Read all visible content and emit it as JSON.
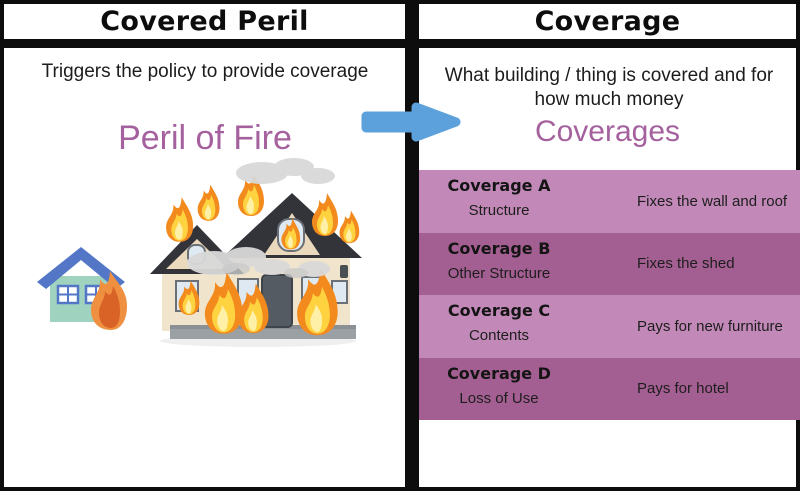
{
  "panel_left": {
    "header": "Covered Peril",
    "description": "Triggers the policy to provide coverage",
    "highlight": "Peril of Fire"
  },
  "panel_right": {
    "header": "Coverage",
    "description": "What building / thing is covered and for how much money",
    "highlight": "Coverages",
    "coverage_rows": [
      {
        "title": "Coverage A",
        "subtitle": "Structure",
        "description": "Fixes the wall and roof"
      },
      {
        "title": "Coverage B",
        "subtitle": "Other Structure",
        "description": "Fixes the shed"
      },
      {
        "title": "Coverage C",
        "subtitle": "Contents",
        "description": "Pays for new furniture"
      },
      {
        "title": "Coverage D",
        "subtitle": "Loss of Use",
        "description": "Pays for hotel"
      }
    ]
  },
  "icons": {
    "arrow": "arrow-right-icon",
    "small_house": "house-on-fire-icon",
    "large_house": "burning-house-illustration"
  },
  "colors": {
    "accent_purple": "#a4619e",
    "row_light": "#c289b8",
    "row_dark": "#a45f92",
    "arrow_blue": "#5ca0dc",
    "frame_black": "#0d0d0d"
  }
}
